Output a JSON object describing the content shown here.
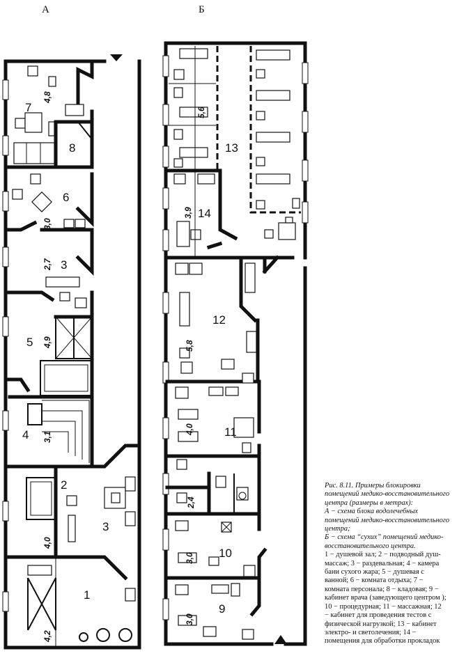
{
  "plan_a": {
    "label": "А",
    "rooms": [
      "7",
      "8",
      "6",
      "3",
      "5",
      "4",
      "2",
      "3",
      "1"
    ],
    "dims": [
      "4,8",
      "3,0",
      "2,7",
      "4,9",
      "3,1",
      "4,0",
      "4,2"
    ]
  },
  "plan_b": {
    "label": "Б",
    "rooms": [
      "13",
      "14",
      "12",
      "11",
      "10",
      "9"
    ],
    "dims": [
      "5,6",
      "3,9",
      "5,8",
      "4,0",
      "2,4",
      "3,0",
      "3,0"
    ]
  },
  "caption_lines": [
    "Рис. 8.11. Примеры блокировки",
    "помещений медико-восстановительного",
    "центра (размеры в метрах):",
    "А − схема блока водолечебных",
    "помещений медико-восстановительного",
    "центра;",
    "Б − схема “сухих” помещений медико-",
    "восстановительного центра.",
    "1 − душевой зал; 2 − подводный душ-",
    "массаж; 3 − раздевальная; 4 − камера",
    "бани сухого жара; 5 − душевая с",
    "ванной; 6 − комната отдыха; 7 −",
    "комната персонала; 8 − кладовая; 9 −",
    "кабинет врача (заведующего центром );",
    "10 − процедурная; 11 − массажная; 12",
    "− кабинет для проведения тестов с",
    "физической нагрузкой; 13 − кабинет",
    "электро- и светолечения; 14 −",
    "помещения для обработки прокладок"
  ]
}
